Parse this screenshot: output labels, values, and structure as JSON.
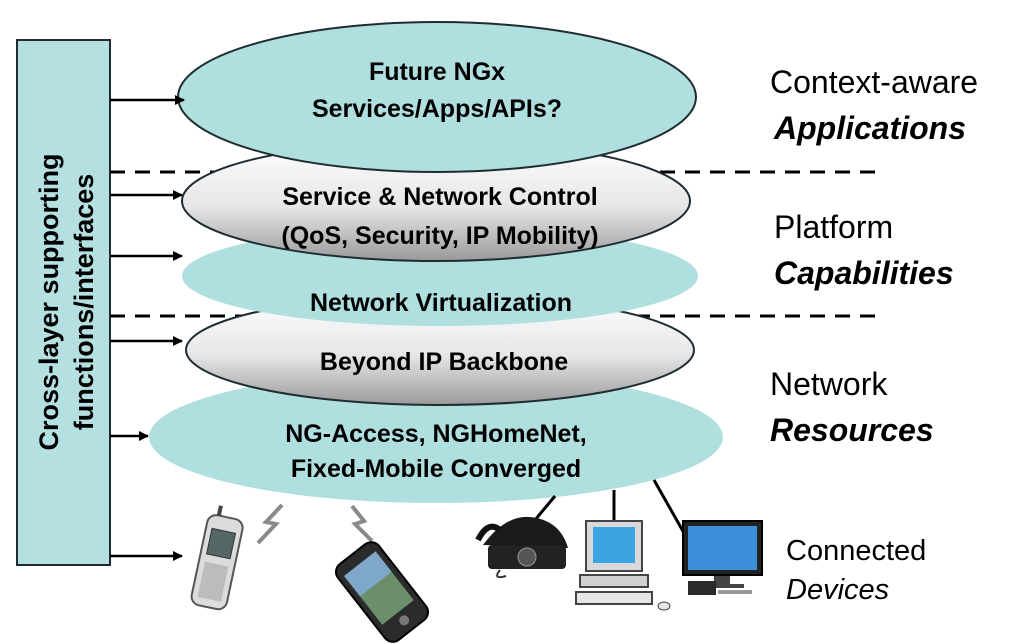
{
  "sidebar": {
    "label_line1": "Cross-layer supporting",
    "label_line2": "functions/interfaces"
  },
  "layers": {
    "applications": {
      "line1": "Future NGx",
      "line2": "Services/Apps/APIs?"
    },
    "service_control": {
      "line1": "Service & Network Control",
      "line2": "(QoS, Security, IP Mobility)"
    },
    "virtualization": {
      "line1": "Network Virtualization"
    },
    "backbone": {
      "line1": "Beyond IP Backbone"
    },
    "access": {
      "line1": "NG-Access, NGHomeNet,",
      "line2": "Fixed-Mobile Converged"
    }
  },
  "side_labels": {
    "applications": {
      "plain": "Context-aware",
      "emph": "Applications"
    },
    "capabilities": {
      "plain": "Platform",
      "emph": "Capabilities"
    },
    "resources": {
      "plain": "Network",
      "emph": "Resources"
    },
    "devices": {
      "plain": "Connected",
      "emph": "Devices"
    }
  },
  "devices": [
    "feature-phone",
    "smartphone",
    "telephone",
    "desktop-computer",
    "monitor-computer"
  ],
  "colors": {
    "cyan_fill": "#b0dfe0",
    "cyan_stroke": "#1f2d33",
    "sidebar_fill": "#b5e0e2",
    "white_grad_top": "#ffffff",
    "white_grad_bottom": "#a8a8a8"
  }
}
